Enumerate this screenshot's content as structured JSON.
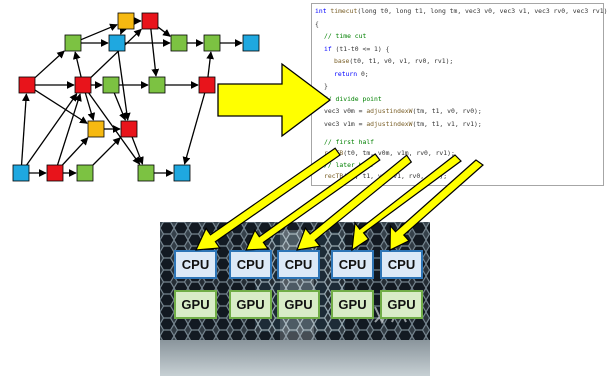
{
  "code": {
    "lines": [
      {
        "indent": 0,
        "parts": [
          [
            "k",
            "int "
          ],
          [
            "f",
            "timecut"
          ],
          [
            "t",
            "(long t0, long t1, long tm, vec3 v0, vec3 v1, vec3 rv0, vec3 rv1)"
          ]
        ]
      },
      {
        "indent": 0,
        "parts": [
          [
            "t",
            "{"
          ]
        ]
      },
      {
        "indent": 1,
        "parts": [
          [
            "c",
            "// time cut"
          ]
        ]
      },
      {
        "indent": 1,
        "parts": [
          [
            "k",
            "if "
          ],
          [
            "t",
            "(t1-t0 <= 1) {"
          ]
        ]
      },
      {
        "indent": 2,
        "parts": [
          [
            "f",
            "base"
          ],
          [
            "t",
            "(t0, t1, v0, v1, rv0, rv1);"
          ]
        ]
      },
      {
        "indent": 2,
        "parts": [
          [
            "k",
            "return "
          ],
          [
            "t",
            "0;"
          ]
        ]
      },
      {
        "indent": 1,
        "parts": [
          [
            "t",
            "}"
          ]
        ]
      },
      {
        "indent": 1,
        "parts": [
          [
            "c",
            "// divide point"
          ]
        ]
      },
      {
        "indent": 1,
        "parts": [
          [
            "t",
            "vec3 v0m = "
          ],
          [
            "f",
            "adjustindexW"
          ],
          [
            "t",
            "(tm, t1, v0, rv0);"
          ]
        ]
      },
      {
        "indent": 1,
        "parts": [
          [
            "t",
            "vec3 v1m = "
          ],
          [
            "f",
            "adjustindexW"
          ],
          [
            "t",
            "(tm, t1, v1, rv1);"
          ]
        ]
      },
      {
        "indent": 1,
        "parts": [
          [
            "t",
            ""
          ]
        ]
      },
      {
        "indent": 1,
        "parts": [
          [
            "c",
            "// first half"
          ]
        ]
      },
      {
        "indent": 1,
        "parts": [
          [
            "f",
            "recTB"
          ],
          [
            "t",
            "(t0, tm, v0m, v1m, rv0, rv1);"
          ]
        ]
      },
      {
        "indent": 1,
        "parts": [
          [
            "c",
            "// later half"
          ]
        ]
      },
      {
        "indent": 1,
        "parts": [
          [
            "f",
            "recTB"
          ],
          [
            "t",
            "(tm, t1, v0, v1, rv0, rv1);"
          ]
        ]
      },
      {
        "indent": 1,
        "parts": [
          [
            "t",
            "..."
          ]
        ]
      }
    ]
  },
  "units": {
    "cpu": [
      "CPU",
      "CPU",
      "CPU",
      "CPU",
      "CPU"
    ],
    "gpu": [
      "GPU",
      "GPU",
      "GPU",
      "GPU",
      "GPU"
    ]
  },
  "graph": {
    "node_colors": {
      "blue": "#1fa8e0",
      "red": "#e8141b",
      "green": "#7cc242",
      "orange": "#f6b911"
    }
  },
  "arrow_color": "#ffff00"
}
